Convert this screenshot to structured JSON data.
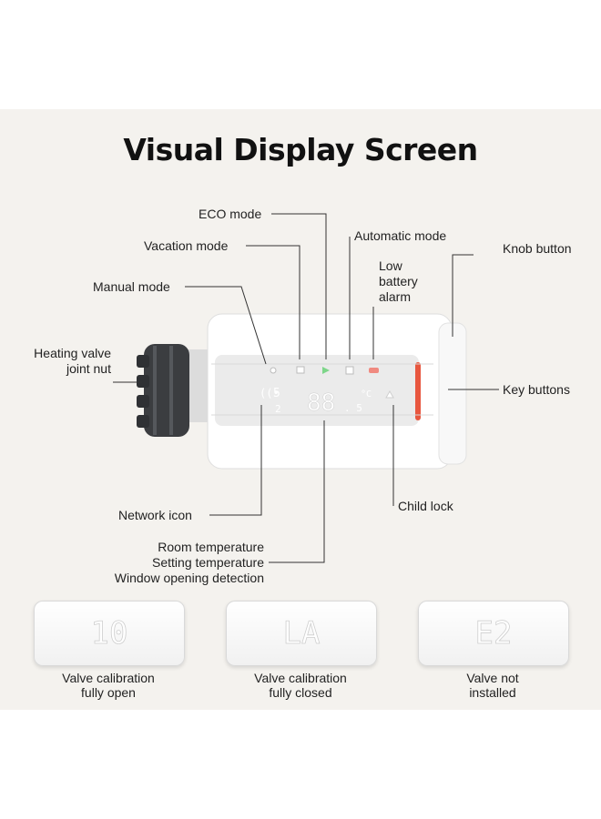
{
  "title": "Visual Display Screen",
  "labels": {
    "eco_mode": "ECO mode",
    "vacation_mode": "Vacation mode",
    "automatic_mode": "Automatic mode",
    "knob_button": "Knob button",
    "manual_mode": "Manual mode",
    "low_battery_line1": "Low",
    "low_battery_line2": "battery",
    "low_battery_line3": "alarm",
    "heating_valve_line1": "Heating valve",
    "heating_valve_line2": "joint nut",
    "key_buttons": "Key buttons",
    "child_lock": "Child lock",
    "network_icon": "Network icon",
    "room_temperature": "Room temperature",
    "setting_temperature": "Setting temperature",
    "window_opening_detection": "Window opening detection"
  },
  "display_codes": [
    {
      "code": "10",
      "caption_line1": "Valve calibration",
      "caption_line2": "fully open"
    },
    {
      "code": "LA",
      "caption_line1": "Valve calibration",
      "caption_line2": "fully closed"
    },
    {
      "code": "E2",
      "caption_line1": "Valve not",
      "caption_line2": "installed"
    }
  ],
  "colors": {
    "background": "#f4f2ee",
    "accent_red": "#e8573f",
    "eco_green": "#7ed68a",
    "battery_red": "#f08a80",
    "knob": "#3b3d40"
  }
}
